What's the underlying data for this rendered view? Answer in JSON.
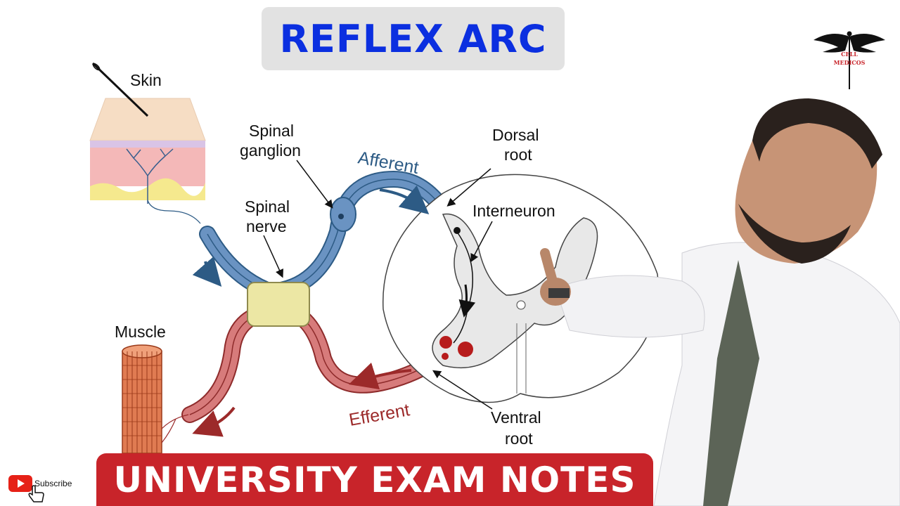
{
  "title": "REFLEX ARC",
  "banner": "UNIVERSITY EXAM NOTES",
  "subscribe_label": "Subscribe",
  "logo_text_top": "CELL",
  "logo_text_bottom": "MEDICOS",
  "diagram": {
    "labels": {
      "skin": "Skin",
      "spinal_ganglion_1": "Spinal",
      "spinal_ganglion_2": "ganglion",
      "spinal_nerve_1": "Spinal",
      "spinal_nerve_2": "nerve",
      "afferent": "Afferent",
      "efferent": "Efferent",
      "dorsal_root_1": "Dorsal",
      "dorsal_root_2": "root",
      "interneuron": "Interneuron",
      "ventral_root_1": "Ventral",
      "ventral_root_2": "root",
      "muscle": "Muscle"
    }
  },
  "colors": {
    "title_text": "#0b2fe0",
    "banner_bg": "#c8242a",
    "afferent": "#6a93c2",
    "efferent": "#c96868",
    "nerve_sheath": "#ece7a4"
  },
  "icons": {
    "subscribe": "youtube-play-icon",
    "logo": "caduceus-icon"
  }
}
